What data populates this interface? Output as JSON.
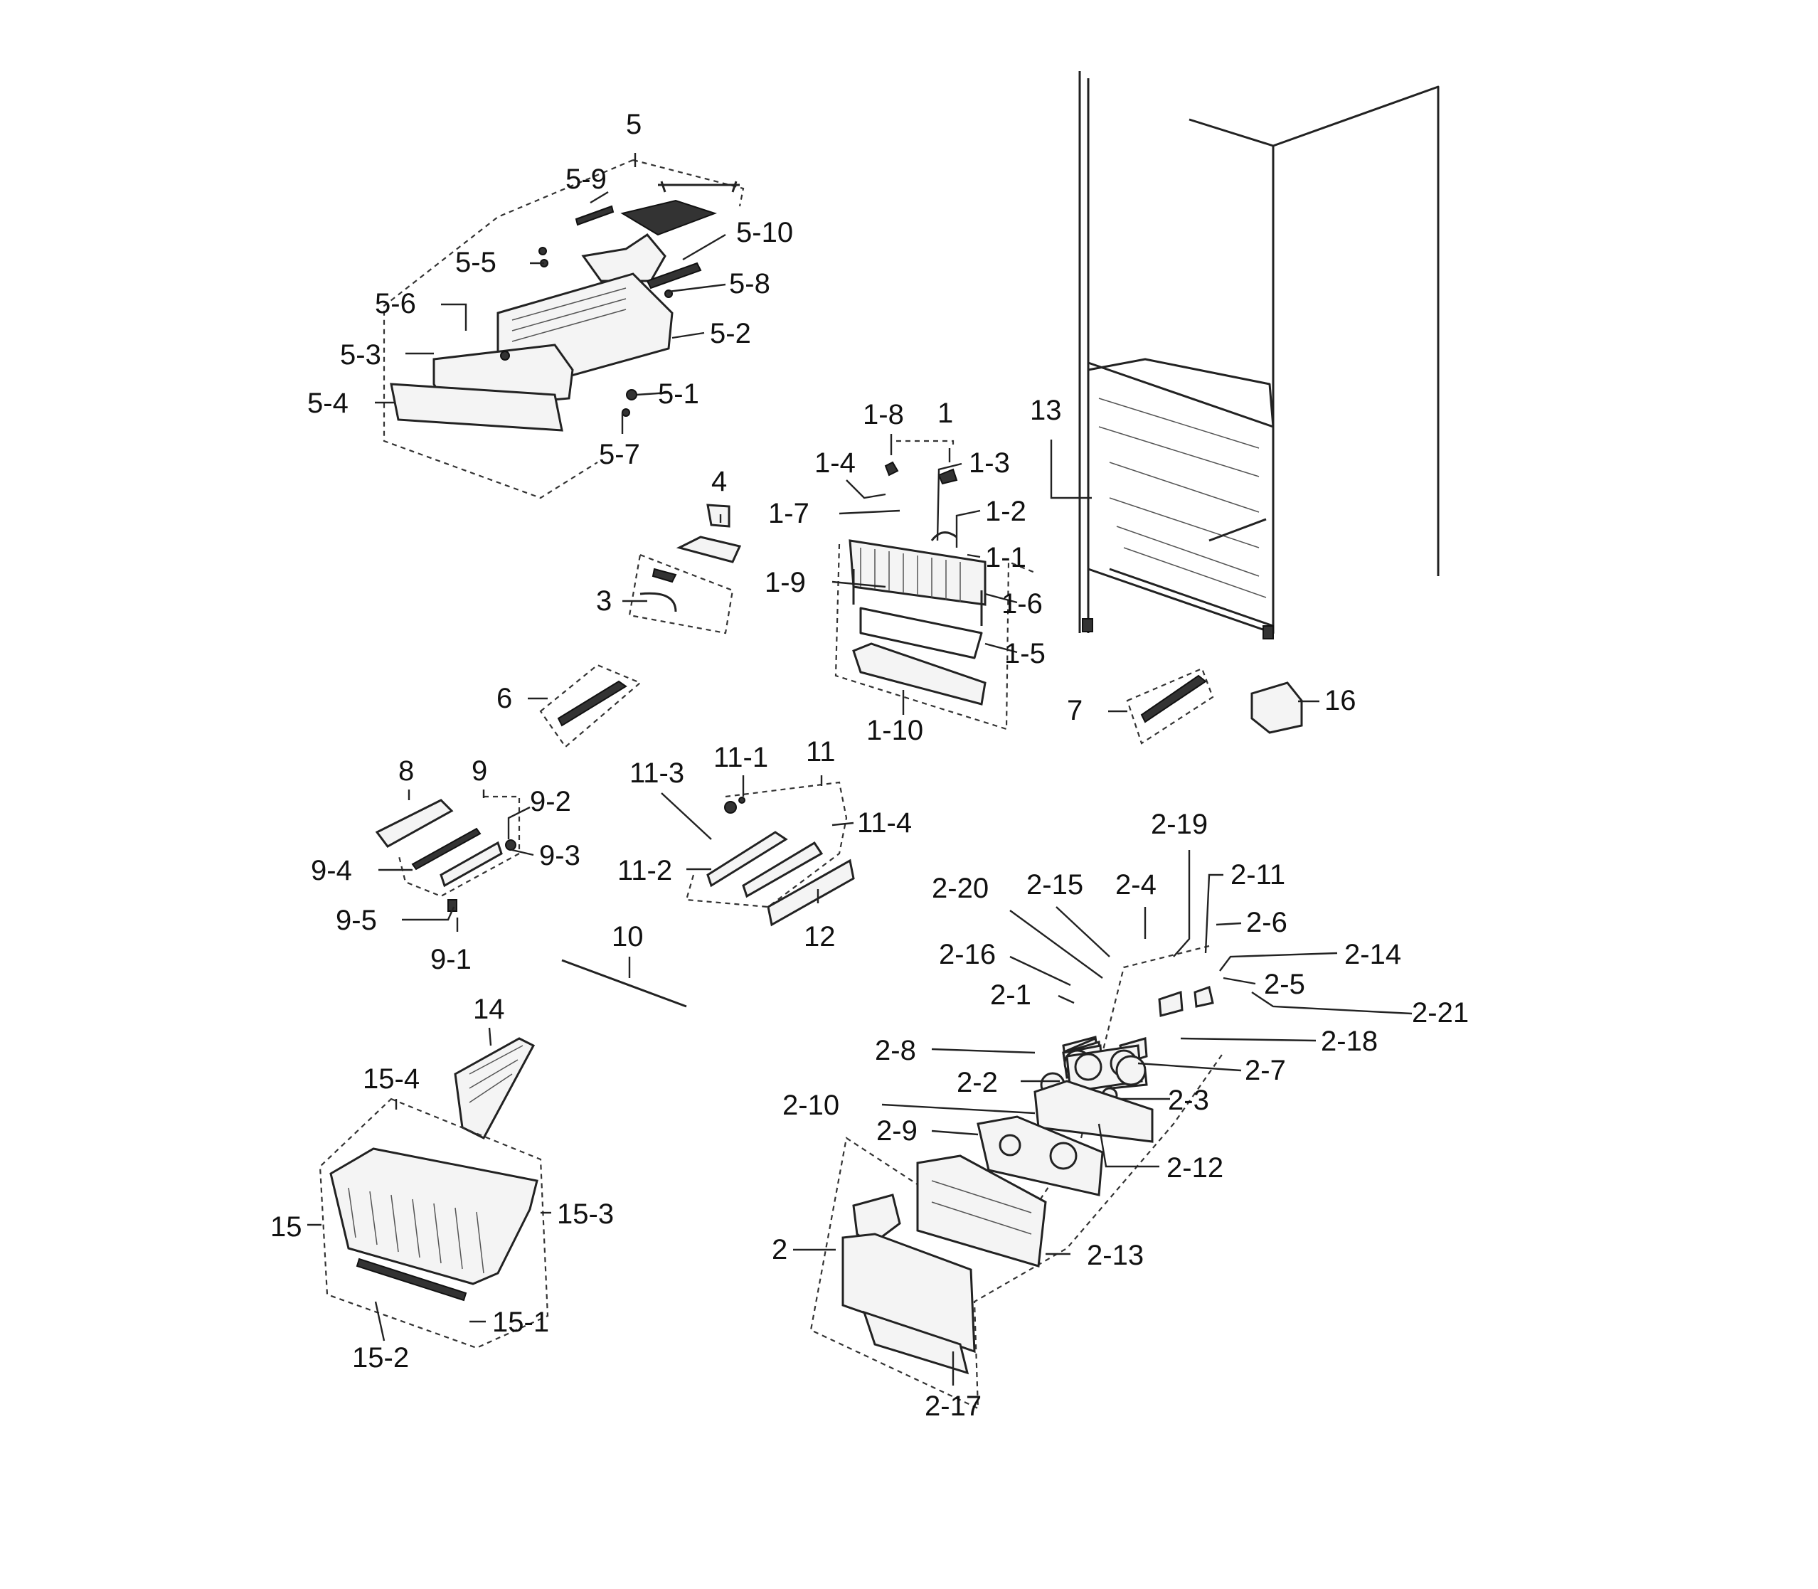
{
  "labels": {
    "l5": "5",
    "l5_9": "5-9",
    "l5_10": "5-10",
    "l5_5": "5-5",
    "l5_8": "5-8",
    "l5_6": "5-6",
    "l5_2": "5-2",
    "l5_3": "5-3",
    "l5_1": "5-1",
    "l5_4": "5-4",
    "l5_7": "5-7",
    "l1_8": "1-8",
    "l1": "1",
    "l1_4": "1-4",
    "l1_3": "1-3",
    "l1_7": "1-7",
    "l1_2": "1-2",
    "l1_1": "1-1",
    "l1_9": "1-9",
    "l1_6": "1-6",
    "l1_5": "1-5",
    "l1_10": "1-10",
    "l13": "13",
    "l4": "4",
    "l3": "3",
    "l6": "6",
    "l7": "7",
    "l16": "16",
    "l8": "8",
    "l9": "9",
    "l9_2": "9-2",
    "l9_4": "9-4",
    "l9_3": "9-3",
    "l9_5": "9-5",
    "l9_1": "9-1",
    "l11_3": "11-3",
    "l11_1": "11-1",
    "l11": "11",
    "l11_4": "11-4",
    "l11_2": "11-2",
    "l12": "12",
    "l10": "10",
    "l14": "14",
    "l15_4": "15-4",
    "l15": "15",
    "l15_3": "15-3",
    "l15_1": "15-1",
    "l15_2": "15-2",
    "l2_19": "2-19",
    "l2_11": "2-11",
    "l2_20": "2-20",
    "l2_15": "2-15",
    "l2_4": "2-4",
    "l2_6": "2-6",
    "l2_16": "2-16",
    "l2_14": "2-14",
    "l2_5": "2-5",
    "l2_1": "2-1",
    "l2_21": "2-21",
    "l2_18": "2-18",
    "l2_8": "2-8",
    "l2_7": "2-7",
    "l2_2": "2-2",
    "l2_3": "2-3",
    "l2_10": "2-10",
    "l2_9": "2-9",
    "l2_12": "2-12",
    "l2": "2",
    "l2_13": "2-13",
    "l2_17": "2-17"
  }
}
